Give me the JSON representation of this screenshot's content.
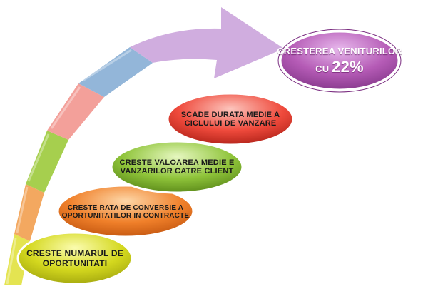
{
  "goal": {
    "line1": "CRESTEREA VENITURILOR",
    "line2_prefix": "CU",
    "line2_value": "22%",
    "color": "#b55bb6"
  },
  "steps": [
    {
      "line1": "CRESTE NUMARUL DE",
      "line2": "OPORTUNITATI",
      "color": "#d4d81e"
    },
    {
      "line1": "CRESTE RATA DE CONVERSIE A",
      "line2": "OPORTUNITATILOR IN CONTRACTE",
      "color": "#f0802a"
    },
    {
      "line1": "CRESTE VALOAREA MEDIE E",
      "line2": "VANZARILOR CATRE CLIENT",
      "color": "#8fc43a"
    },
    {
      "line1": "SCADE DURATA MEDIE A",
      "line2": "CICLULUI DE VANZARE",
      "color": "#ef4a3c"
    }
  ],
  "arrow_colors": [
    "#dcdc5a",
    "#f1a05a",
    "#9cc94a",
    "#f29a94",
    "#8fb2d6",
    "#c9a3dc"
  ]
}
